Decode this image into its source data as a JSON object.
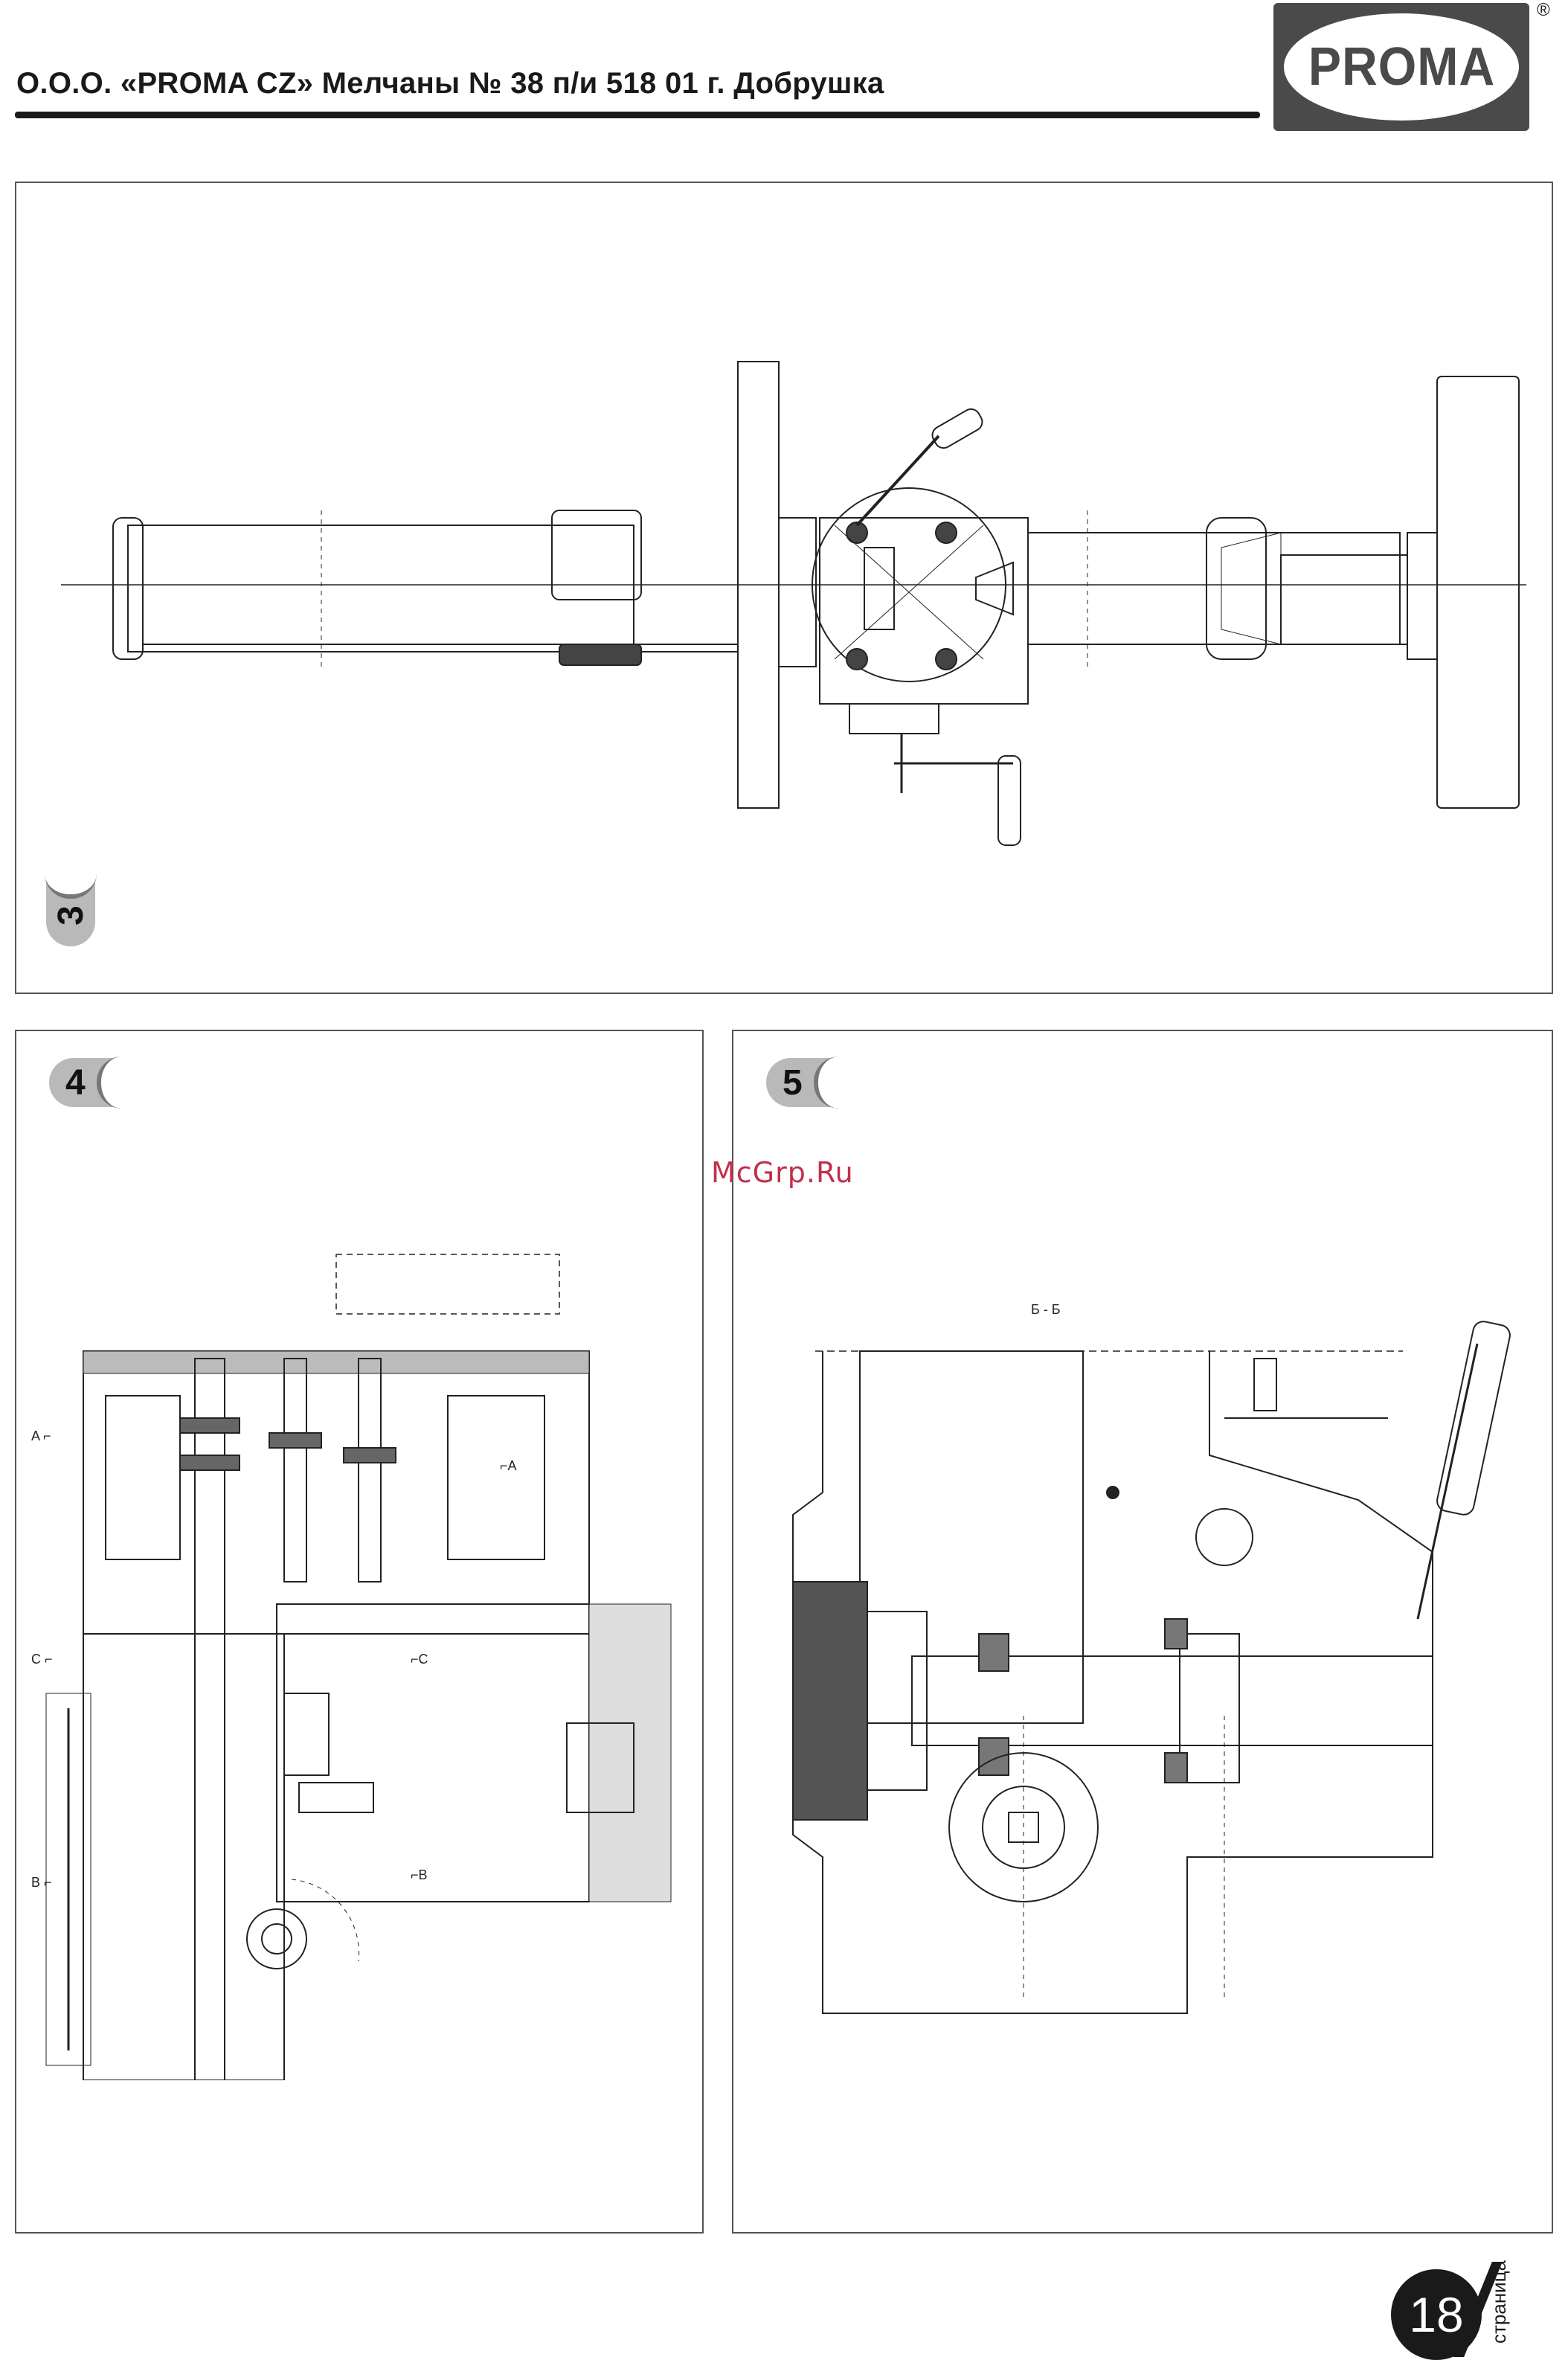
{
  "header": {
    "title": "О.О.О. «PROMA CZ» Мелчаны № 38 п/и 518 01 г. Добрушка",
    "logo_text": "PROMA",
    "registered_mark": "®"
  },
  "figures": [
    {
      "number": "3"
    },
    {
      "number": "4"
    },
    {
      "number": "5"
    }
  ],
  "drawing_labels": {
    "fig5_section": "Б - Б",
    "fig4_section_marks": [
      "A",
      "C",
      "B",
      "C",
      "A",
      "B"
    ]
  },
  "watermark": "McGrp.Ru",
  "footer": {
    "page_number": "18",
    "page_word": "страница"
  },
  "colors": {
    "logo_bg": "#4a4a4a",
    "watermark": "#c0304a",
    "badge": "#b9b9b9"
  }
}
